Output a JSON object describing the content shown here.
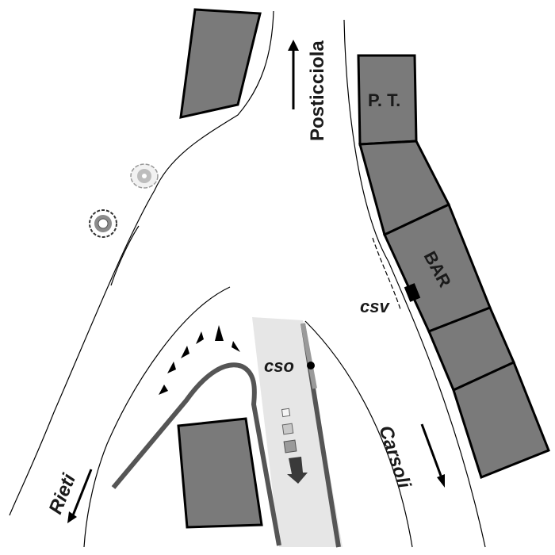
{
  "labels": {
    "posticciola": "Posticciola",
    "carsoli": "Carsoli",
    "rieti": "Rieti",
    "pt": "P. T.",
    "bar": "BAR",
    "cso": "cso",
    "csv": "csv"
  },
  "colors": {
    "building": "#7a7a7a",
    "corridor": "#e6e6e6",
    "track": "#555555",
    "outline": "#000000"
  },
  "icons": [
    "tree-icon",
    "bush-icon",
    "arrow-north-icon",
    "arrow-south-icon",
    "arrow-southwest-icon"
  ]
}
